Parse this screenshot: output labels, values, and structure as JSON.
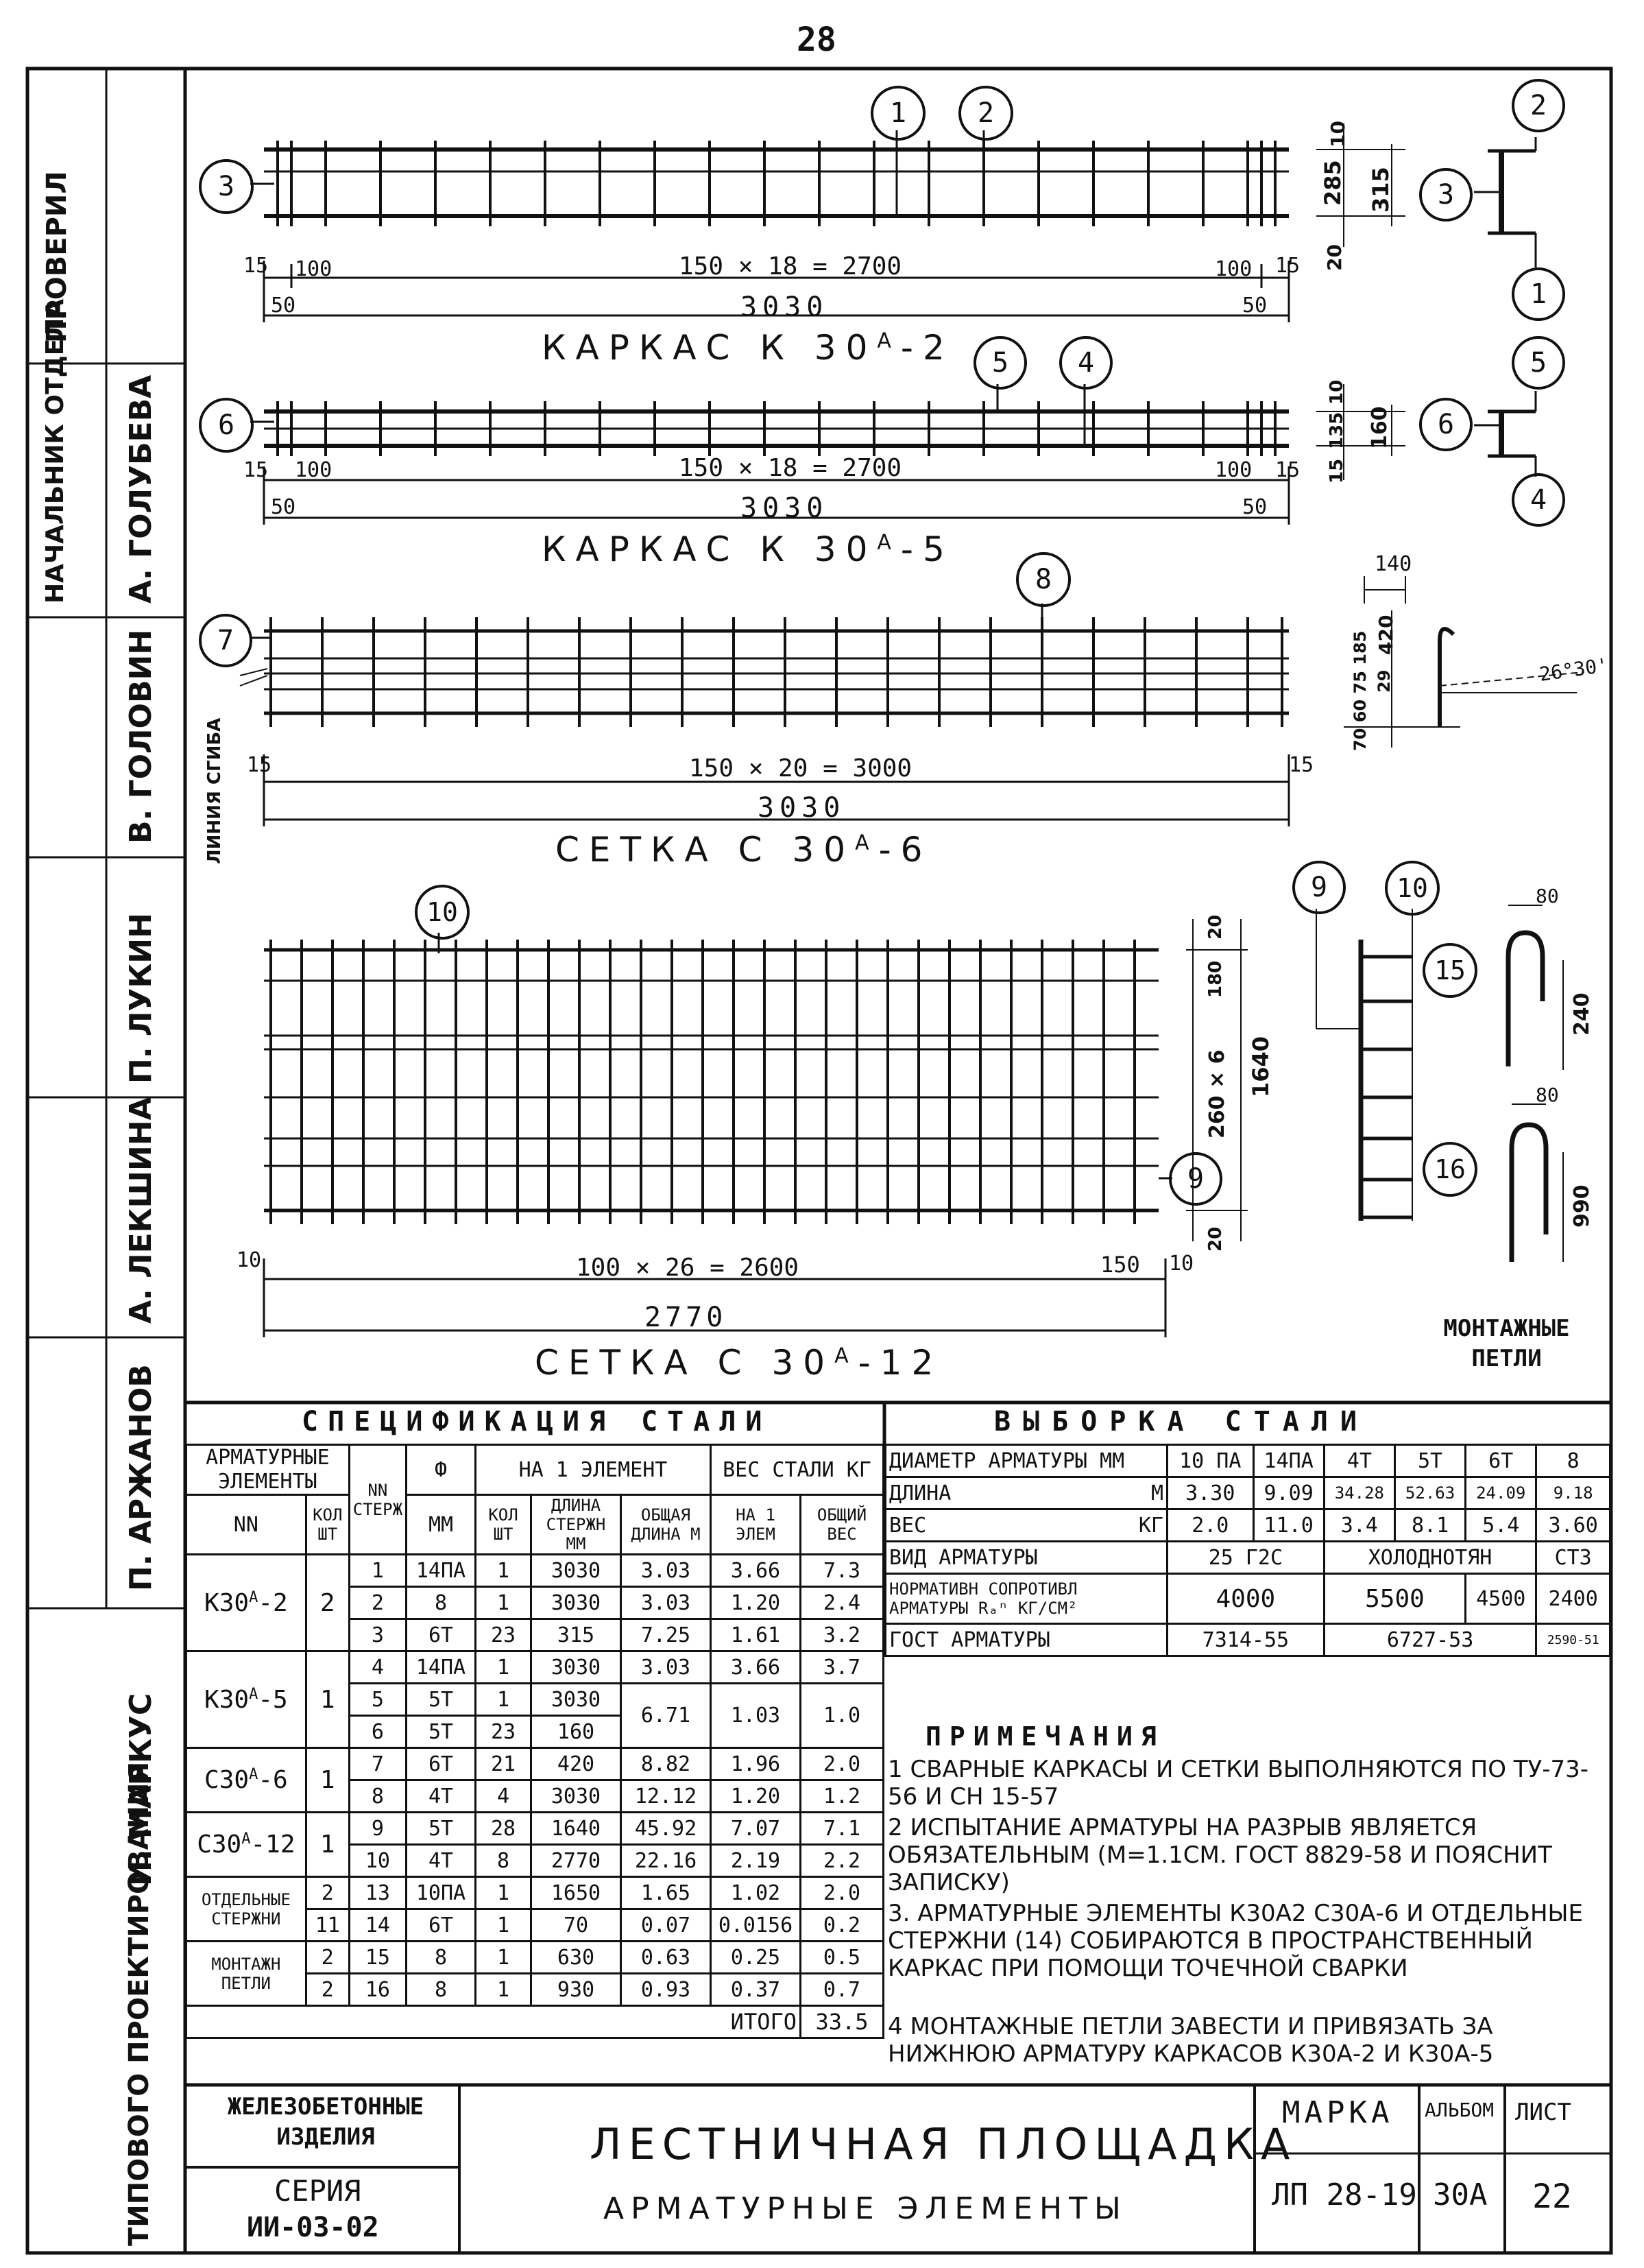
{
  "page_number": "28",
  "side_stamp": {
    "cells": [
      {
        "role": "ПРОВЕРИЛ",
        "name": ""
      },
      {
        "role": "НАЧАЛЬНИК ОТДЕЛА",
        "name": "А. ГОЛУБЕВА"
      },
      {
        "role": "",
        "name": "В. ГОЛОВИН"
      },
      {
        "role": "",
        "name": "П. ЛУКИН"
      },
      {
        "role": "",
        "name": "А. ЛЕКШИНА"
      },
      {
        "role": "",
        "name": "П. АРЖАНОВ"
      },
      {
        "role": "",
        "name": "И. МАРКУС"
      }
    ],
    "institute": "ТИПОВОГО ПРОЕКТИРОВАНИЯ"
  },
  "drawings": {
    "k2": {
      "title": "КАРКАС К 30",
      "title_sup": "А",
      "title_suffix": "-2",
      "bubbles": [
        "1",
        "2",
        "3"
      ],
      "dims": {
        "edge_left": "15",
        "edge_right": "15",
        "space_l": "100",
        "space_r": "100",
        "main": "150 × 18 = 2700",
        "end_l": "50",
        "end_r": "50",
        "total": "3030",
        "h1": "10",
        "h2": "285",
        "h3": "20",
        "h_total": "315"
      },
      "section_bubbles": [
        "2",
        "3",
        "1"
      ]
    },
    "k5": {
      "title": "КАРКАС К 30",
      "title_sup": "А",
      "title_suffix": "-5",
      "bubbles": [
        "5",
        "4",
        "6"
      ],
      "dims": {
        "edge_left": "15",
        "edge_right": "15",
        "space_l": "100",
        "space_r": "100",
        "main": "150 × 18 = 2700",
        "end_l": "50",
        "end_r": "50",
        "total": "3030",
        "h1": "10",
        "h2": "135",
        "h3": "15",
        "h_total": "160"
      },
      "section_bubbles": [
        "5",
        "6",
        "4"
      ]
    },
    "c6": {
      "title": "СЕТКА С 30",
      "title_sup": "А",
      "title_suffix": "-6",
      "bubbles": [
        "7",
        "8"
      ],
      "dims": {
        "edge_left": "15",
        "edge_right": "15",
        "main": "150 × 20 = 3000",
        "total": "3030",
        "h_top": "140",
        "h_vals": "70 60 75 185",
        "h_sub": "29",
        "h_total": "420",
        "angle": "26°30'"
      },
      "side_label": "ЛИНИЯ СГИБА"
    },
    "c12": {
      "title": "СЕТКА С 30",
      "title_sup": "А",
      "title_suffix": "-12",
      "bubbles": [
        "10",
        "9"
      ],
      "dims": {
        "edge_left": "10",
        "edge_right": "10",
        "main": "100 × 26 = 2600",
        "end_r": "150",
        "total": "2770",
        "h_top": "20",
        "h_1": "180",
        "h_mid": "260 × 6",
        "h_total": "1640",
        "h_bot": "20"
      },
      "section_bubbles": [
        "9",
        "10"
      ]
    },
    "loops": {
      "title": "МОНТАЖНЫЕ ПЕТЛИ",
      "bubbles": [
        "15",
        "16"
      ],
      "dims": {
        "d15_top": "80",
        "d15_len": "240",
        "d16_top": "80",
        "d16_len": "990"
      }
    }
  },
  "spec_table": {
    "title": "СПЕЦИФИКАЦИЯ СТАЛИ",
    "headers": {
      "elements": "АРМАТУРНЫЕ ЭЛЕМЕНТЫ",
      "nn": "NN",
      "qty": "КОЛ ШТ",
      "rod": "NN СТЕРЖ",
      "dia": "Ф",
      "dia_unit": "ММ",
      "per_element": "НА 1 ЭЛЕМЕНТ",
      "count": "КОЛ ШТ",
      "rod_length": "ДЛИНА СТЕРЖН ММ",
      "total_length": "ОБЩАЯ ДЛИНА М",
      "weight": "ВЕС СТАЛИ КГ",
      "weight_one": "НА 1 ЭЛЕМ",
      "weight_total": "ОБЩИЙ ВЕС"
    },
    "groups": [
      {
        "name": "К30",
        "sup": "А",
        "suffix": "-2",
        "qty": "2",
        "w_one": "3.66",
        "w_total": "7.3",
        "rows": [
          {
            "rod": "1",
            "dia": "14ПА",
            "count": "1",
            "len": "3030",
            "total": "3.03",
            "w_one": "3.66",
            "w_total": "7.3"
          },
          {
            "rod": "2",
            "dia": "8",
            "count": "1",
            "len": "3030",
            "total": "3.03",
            "w_one": "1.20",
            "w_total": "2.4"
          },
          {
            "rod": "3",
            "dia": "6Т",
            "count": "23",
            "len": "315",
            "total": "7.25",
            "w_one": "1.61",
            "w_total": "3.2"
          }
        ]
      },
      {
        "name": "К30",
        "sup": "А",
        "suffix": "-5",
        "qty": "1",
        "rows": [
          {
            "rod": "4",
            "dia": "14ПА",
            "count": "1",
            "len": "3030",
            "total": "3.03",
            "w_one": "3.66",
            "w_total": "3.7"
          },
          {
            "rod": "5",
            "dia": "5Т",
            "count": "1",
            "len": "3030",
            "total": "6.71",
            "w_one": "1.03",
            "w_total": "1.0"
          },
          {
            "rod": "6",
            "dia": "5Т",
            "count": "23",
            "len": "160",
            "total": "",
            "w_one": "",
            "w_total": ""
          }
        ]
      },
      {
        "name": "С30",
        "sup": "А",
        "suffix": "-6",
        "qty": "1",
        "rows": [
          {
            "rod": "7",
            "dia": "6Т",
            "count": "21",
            "len": "420",
            "total": "8.82",
            "w_one": "1.96",
            "w_total": "2.0"
          },
          {
            "rod": "8",
            "dia": "4Т",
            "count": "4",
            "len": "3030",
            "total": "12.12",
            "w_one": "1.20",
            "w_total": "1.2"
          }
        ]
      },
      {
        "name": "С30",
        "sup": "А",
        "suffix": "-12",
        "qty": "1",
        "rows": [
          {
            "rod": "9",
            "dia": "5Т",
            "count": "28",
            "len": "1640",
            "total": "45.92",
            "w_one": "7.07",
            "w_total": "7.1"
          },
          {
            "rod": "10",
            "dia": "4Т",
            "count": "8",
            "len": "2770",
            "total": "22.16",
            "w_one": "2.19",
            "w_total": "2.2"
          }
        ]
      },
      {
        "name": "ОТДЕЛЬНЫЕ СТЕРЖНИ",
        "qty_rows": [
          "2",
          "11"
        ],
        "rows": [
          {
            "rod": "13",
            "dia": "10ПА",
            "count": "1",
            "len": "1650",
            "total": "1.65",
            "w_one": "1.02",
            "w_total": "2.0"
          },
          {
            "rod": "14",
            "dia": "6Т",
            "count": "1",
            "len": "70",
            "total": "0.07",
            "w_one": "0.0156",
            "w_total": "0.2"
          }
        ]
      },
      {
        "name": "МОНТАЖН ПЕТЛИ",
        "qty_rows": [
          "2",
          "2"
        ],
        "rows": [
          {
            "rod": "15",
            "dia": "8",
            "count": "1",
            "len": "630",
            "total": "0.63",
            "w_one": "0.25",
            "w_total": "0.5"
          },
          {
            "rod": "16",
            "dia": "8",
            "count": "1",
            "len": "930",
            "total": "0.93",
            "w_one": "0.37",
            "w_total": "0.7"
          }
        ]
      }
    ],
    "total_label": "ИТОГО",
    "total_value": "33.5"
  },
  "selection_table": {
    "title": "ВЫБОРКА СТАЛИ",
    "header_label": "ДИАМЕТР АРМАТУРЫ ММ",
    "diameters": [
      "10 ПА",
      "14ПА",
      "4Т",
      "5Т",
      "6Т",
      "8"
    ],
    "length_label": "ДЛИНА",
    "length_unit": "М",
    "lengths": [
      "3.30",
      "9.09",
      "34.28",
      "52.63",
      "24.09",
      "9.18"
    ],
    "weight_label": "ВЕС",
    "weight_unit": "КГ",
    "weights": [
      "2.0",
      "11.0",
      "3.4",
      "8.1",
      "5.4",
      "3.60"
    ],
    "kind_label": "ВИД АРМАТУРЫ",
    "kinds": [
      "25 Г2С",
      "ХОЛОДНОТЯН",
      "СТ3"
    ],
    "resist_label": "НОРМАТИВН СОПРОТИВЛ АРМАТУРЫ Rₐⁿ КГ/СМ²",
    "resists": [
      "4000",
      "5500",
      "4500",
      "2400"
    ],
    "gost_label": "ГОСТ АРМАТУРЫ",
    "gosts": [
      "7314-55",
      "6727-53",
      "2590-51"
    ]
  },
  "notes": {
    "title": "ПРИМЕЧАНИЯ",
    "items": [
      "1 СВАРНЫЕ КАРКАСЫ И СЕТКИ ВЫПОЛНЯЮТСЯ ПО ТУ-73-56 И СН 15-57",
      "2 ИСПЫТАНИЕ АРМАТУРЫ НА РАЗРЫВ ЯВЛЯЕТСЯ ОБЯЗАТЕЛЬНЫМ (М=1.1СМ. ГОСТ 8829-58 И ПОЯСНИТ ЗАПИСКУ)",
      "3. АРМАТУРНЫЕ ЭЛЕМЕНТЫ К30А2 С30А-6 И ОТДЕЛЬНЫЕ СТЕРЖНИ (14) СОБИРАЮТСЯ В ПРОСТРАНСТВЕННЫЙ КАРКАС ПРИ ПОМОЩИ ТОЧЕЧНОЙ СВАРКИ",
      "4 МОНТАЖНЫЕ ПЕТЛИ ЗАВЕСТИ И ПРИВЯЗАТЬ ЗА НИЖНЮЮ АРМАТУРУ КАРКАСОВ К30А-2 И К30А-5"
    ]
  },
  "title_block": {
    "category": "ЖЕЛЕЗОБЕТОННЫЕ ИЗДЕЛИЯ",
    "series_label": "СЕРИЯ",
    "series": "ИИ-03-02",
    "title": "ЛЕСТНИЧНАЯ ПЛОЩАДКА",
    "subtitle": "АРМАТУРНЫЕ ЭЛЕМЕНТЫ",
    "mark_label": "МАРКА",
    "mark": "ЛП 28-19",
    "album_label": "АЛЬБОМ",
    "album": "30А",
    "sheet_label": "ЛИСТ",
    "sheet": "22"
  }
}
